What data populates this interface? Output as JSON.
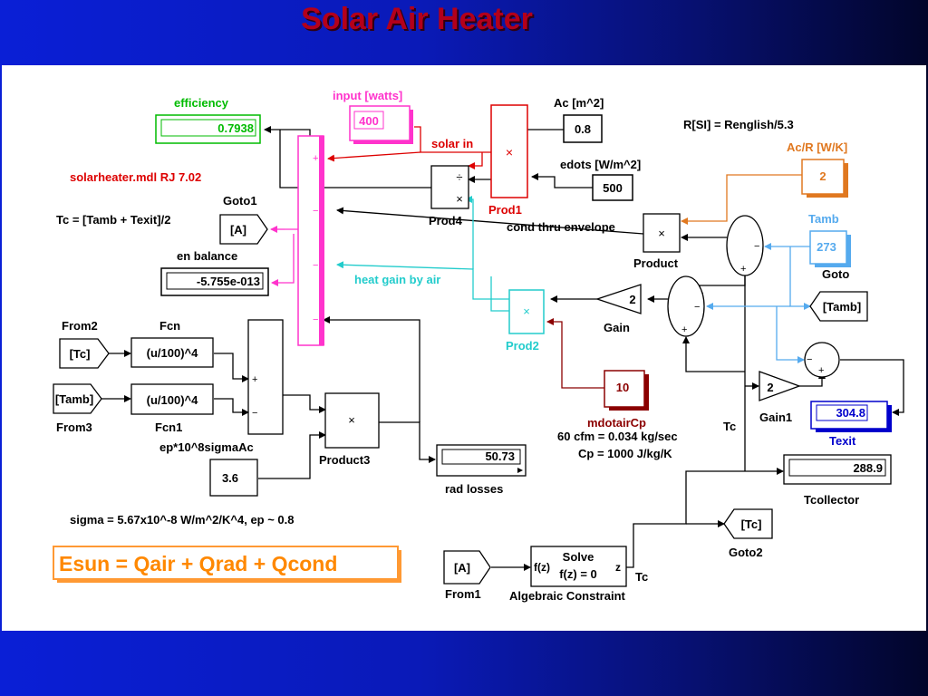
{
  "slide_title": "Solar Air Heater",
  "model_id": "solarheater.mdl  RJ  7.02",
  "notes": {
    "tc_formula": "Tc = [Tamb + Texit]/2",
    "rsi": "R[SI] =  Renglish/5.3",
    "sigma": "sigma = 5.67x10^-8 W/m^2/K^4, ep ~ 0.8",
    "flow": "60 cfm =  0.034 kg/sec",
    "cp": "Cp = 1000 J/kg/K",
    "equation": "Esun  =  Qair + Qrad + Qcond"
  },
  "blocks": {
    "efficiency": {
      "label": "efficiency",
      "value": "0.7938"
    },
    "input": {
      "label": "input [watts]",
      "value": "400"
    },
    "ac": {
      "label": "Ac [m^2]",
      "value": "0.8"
    },
    "edots": {
      "label": "edots [W/m^2]",
      "value": "500"
    },
    "prod1": {
      "label": "Prod1"
    },
    "prod4": {
      "label": "Prod4"
    },
    "goto1": {
      "label": "Goto1",
      "tag": "[A]"
    },
    "en_balance": {
      "label": "en balance",
      "value": "-5.755e-013"
    },
    "acr": {
      "label": "Ac/R [W/K]",
      "value": "2"
    },
    "tamb": {
      "label": "Tamb",
      "value": "273"
    },
    "product": {
      "label": "Product"
    },
    "goto_tamb": {
      "label": "Goto",
      "tag": "[Tamb]"
    },
    "prod2": {
      "label": "Prod2"
    },
    "gain": {
      "label": "Gain",
      "value": "2"
    },
    "from2": {
      "label": "From2",
      "tag": "[Tc]"
    },
    "fcn": {
      "label": "Fcn",
      "expr": "(u/100)^4"
    },
    "from3": {
      "label": "From3",
      "tag": "[Tamb]"
    },
    "fcn1": {
      "label": "Fcn1",
      "expr": "(u/100)^4"
    },
    "ep_const": {
      "label": "ep*10^8sigmaAc",
      "value": "3.6"
    },
    "product3": {
      "label": "Product3"
    },
    "rad_losses": {
      "label": "rad losses",
      "value": "50.73"
    },
    "mdot": {
      "label": "mdotairCp",
      "value": "10"
    },
    "gain1": {
      "label": "Gain1",
      "value": "2"
    },
    "texit": {
      "label": "Texit",
      "value": "304.8"
    },
    "tcollector": {
      "label": "Tcollector",
      "value": "288.9"
    },
    "goto2": {
      "label": "Goto2",
      "tag": "[Tc]"
    },
    "from1": {
      "label": "From1",
      "tag": "[A]"
    },
    "alg": {
      "label": "Algebraic Constraint",
      "solve": "Solve",
      "fz": "f(z) = 0",
      "in": "f(z)",
      "out": "z"
    }
  },
  "signals": {
    "solar_in": "solar in",
    "cond": "cond thru envelope",
    "heat_gain": "heat gain by air",
    "tc1": "Tc",
    "tc2": "Tc"
  },
  "symbols": {
    "mult": "×",
    "div": "÷",
    "plus": "+",
    "minus": "−"
  },
  "colors": {
    "red": "#dd0000",
    "green": "#00bb00",
    "magenta": "#ff33cc",
    "cyan": "#22cccc",
    "orange": "#e07820",
    "lightblue": "#55aaee",
    "darkred": "#8b0000",
    "blue": "#0000cc"
  }
}
